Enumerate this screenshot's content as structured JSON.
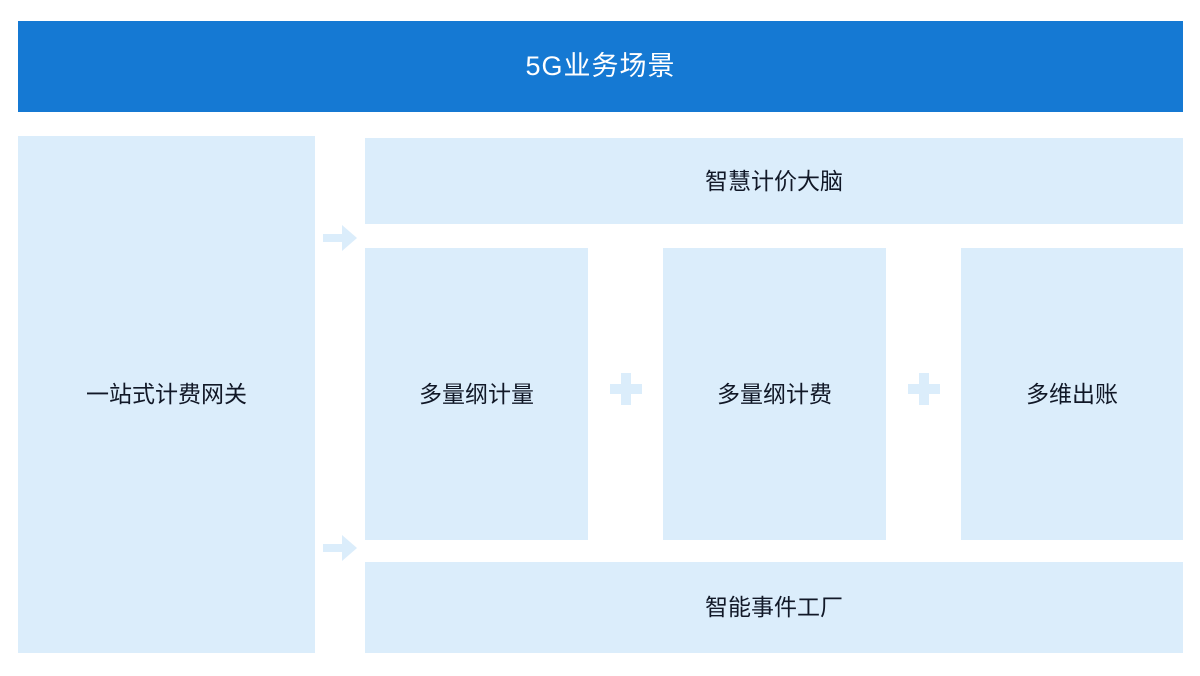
{
  "diagram": {
    "header": {
      "title": "5G业务场景"
    },
    "gateway": {
      "label": "一站式计费网关"
    },
    "brain": {
      "label": "智慧计价大脑"
    },
    "capabilities": [
      {
        "label": "多量纲计量"
      },
      {
        "label": "多量纲计费"
      },
      {
        "label": "多维出账"
      }
    ],
    "connectors": [
      {
        "symbol": "plus-icon"
      },
      {
        "symbol": "plus-icon"
      }
    ],
    "arrows": [
      {
        "symbol": "arrow-right-icon"
      },
      {
        "symbol": "arrow-right-icon"
      }
    ],
    "factory": {
      "label": "智能事件工厂"
    },
    "colors": {
      "header_blue": "#1579D3",
      "panel_light_blue": "#DBEDFB",
      "text_dark": "#111827",
      "header_text": "#FFFFFF",
      "background": "#FFFFFF"
    }
  }
}
